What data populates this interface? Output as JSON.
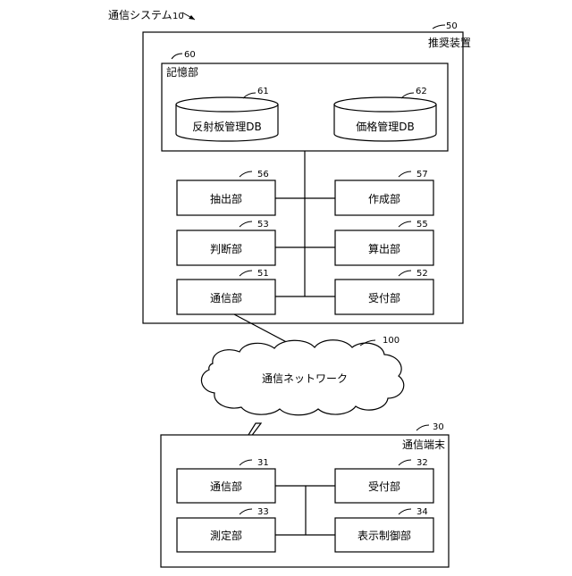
{
  "system": {
    "title": "通信システム",
    "ref": "10"
  },
  "recommendation_device": {
    "label": "推奨装置",
    "ref": "50",
    "storage": {
      "label": "記憶部",
      "ref": "60",
      "databases": [
        {
          "label": "反射板管理DB",
          "ref": "61"
        },
        {
          "label": "価格管理DB",
          "ref": "62"
        }
      ]
    },
    "units": [
      {
        "label": "抽出部",
        "ref": "56"
      },
      {
        "label": "作成部",
        "ref": "57"
      },
      {
        "label": "判断部",
        "ref": "53"
      },
      {
        "label": "算出部",
        "ref": "55"
      },
      {
        "label": "通信部",
        "ref": "51"
      },
      {
        "label": "受付部",
        "ref": "52"
      }
    ]
  },
  "network": {
    "label": "通信ネットワーク",
    "ref": "100"
  },
  "terminal": {
    "label": "通信端末",
    "ref": "30",
    "units": [
      {
        "label": "通信部",
        "ref": "31"
      },
      {
        "label": "受付部",
        "ref": "32"
      },
      {
        "label": "測定部",
        "ref": "33"
      },
      {
        "label": "表示制御部",
        "ref": "34"
      }
    ]
  }
}
